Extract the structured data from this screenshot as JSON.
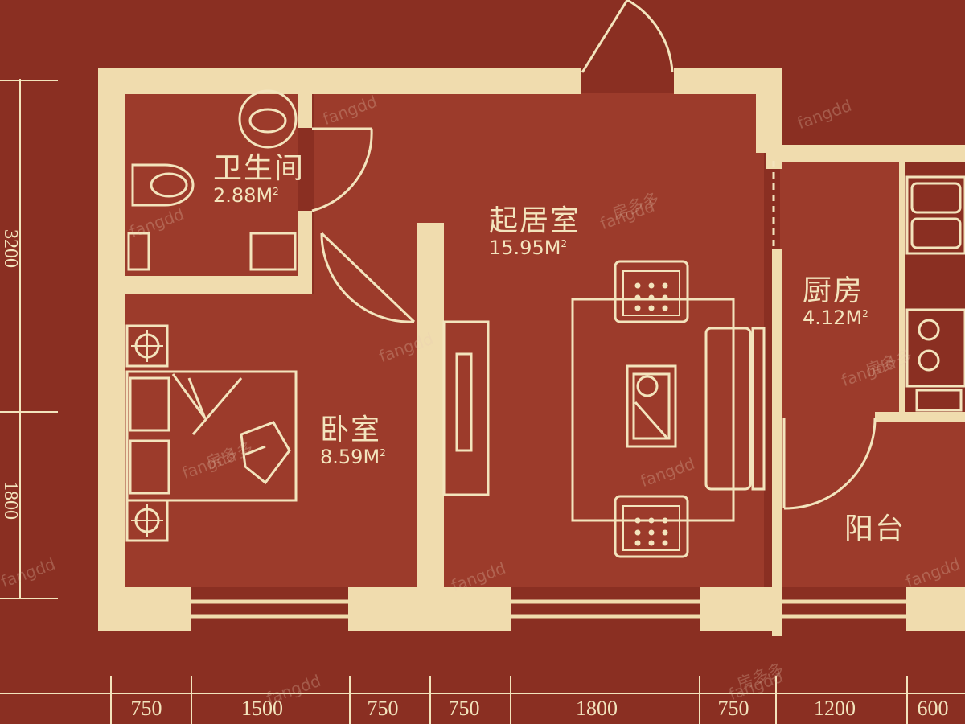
{
  "rooms": {
    "bathroom": {
      "name": "卫生间",
      "area": "2.88M",
      "sup": "2"
    },
    "living": {
      "name": "起居室",
      "area": "15.95M",
      "sup": "2"
    },
    "bedroom": {
      "name": "卧室",
      "area": "8.59M",
      "sup": "2"
    },
    "kitchen": {
      "name": "厨房",
      "area": "4.12M",
      "sup": "2"
    },
    "balcony": {
      "name": "阳台"
    }
  },
  "dimensions": {
    "bottom": [
      "750",
      "1500",
      "750",
      "750",
      "1800",
      "750",
      "1200",
      "600"
    ],
    "left": [
      "3200",
      "1800"
    ]
  },
  "watermark": {
    "brand": "fangdd",
    "cn": "房多多"
  },
  "colors": {
    "background": "#8a2f22",
    "wall": "#f0dcae",
    "room_fill": "#9c3b2b",
    "line": "#f3e4bd"
  }
}
